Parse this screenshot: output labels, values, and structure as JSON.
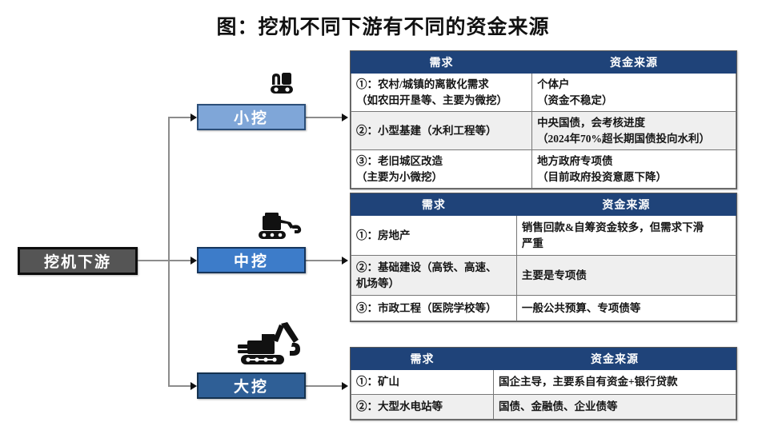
{
  "title": "图：挖机不同下游有不同的资金来源",
  "colors": {
    "table_header": "#1f4379",
    "node_small": "#7fa6d8",
    "node_medium": "#3d7cc9",
    "node_large": "#2f5f96",
    "root_node": "#555555",
    "connector": "#8c8c8c",
    "alt_row": "#efefef"
  },
  "root": {
    "label": "挖机下游"
  },
  "branches": [
    {
      "id": "small",
      "label": "小挖",
      "icon": "small-excavator-icon",
      "table": {
        "headers": [
          "需求",
          "资金来源"
        ],
        "rows": [
          {
            "demand": [
              "①：农村/城镇的离散化需求",
              "（如农田开垦等、主要为微挖）"
            ],
            "funding": [
              "个体户",
              "（资金不稳定）"
            ],
            "alt": false
          },
          {
            "demand": [
              "②：小型基建（水利工程等）"
            ],
            "funding": [
              "中央国债，会考核进度",
              "（2024年70%超长期国债投向水利）"
            ],
            "alt": true
          },
          {
            "demand": [
              "③：老旧城区改造",
              "（主要为小微挖）"
            ],
            "funding": [
              "地方政府专项债",
              "（目前政府投资意愿下降）"
            ],
            "alt": false
          }
        ]
      }
    },
    {
      "id": "medium",
      "label": "中挖",
      "icon": "medium-excavator-icon",
      "table": {
        "headers": [
          "需求",
          "资金来源"
        ],
        "rows": [
          {
            "demand": [
              "①：房地产"
            ],
            "funding": [
              "销售回款&自筹资金较多，但需求下滑",
              "严重"
            ],
            "alt": false
          },
          {
            "demand": [
              "②：基础建设（高铁、高速、",
              "机场等）"
            ],
            "funding": [
              "主要是专项债"
            ],
            "alt": true
          },
          {
            "demand": [
              "③：市政工程（医院学校等）"
            ],
            "funding": [
              "一般公共预算、专项债等"
            ],
            "alt": false
          }
        ]
      }
    },
    {
      "id": "large",
      "label": "大挖",
      "icon": "large-excavator-icon",
      "table": {
        "headers": [
          "需求",
          "资金来源"
        ],
        "rows": [
          {
            "demand": [
              "①：矿山"
            ],
            "funding": [
              "国企主导，主要系自有资金+银行贷款"
            ],
            "alt": false
          },
          {
            "demand": [
              "②：大型水电站等"
            ],
            "funding": [
              "国债、金融债、企业债等"
            ],
            "alt": true
          }
        ]
      }
    }
  ]
}
